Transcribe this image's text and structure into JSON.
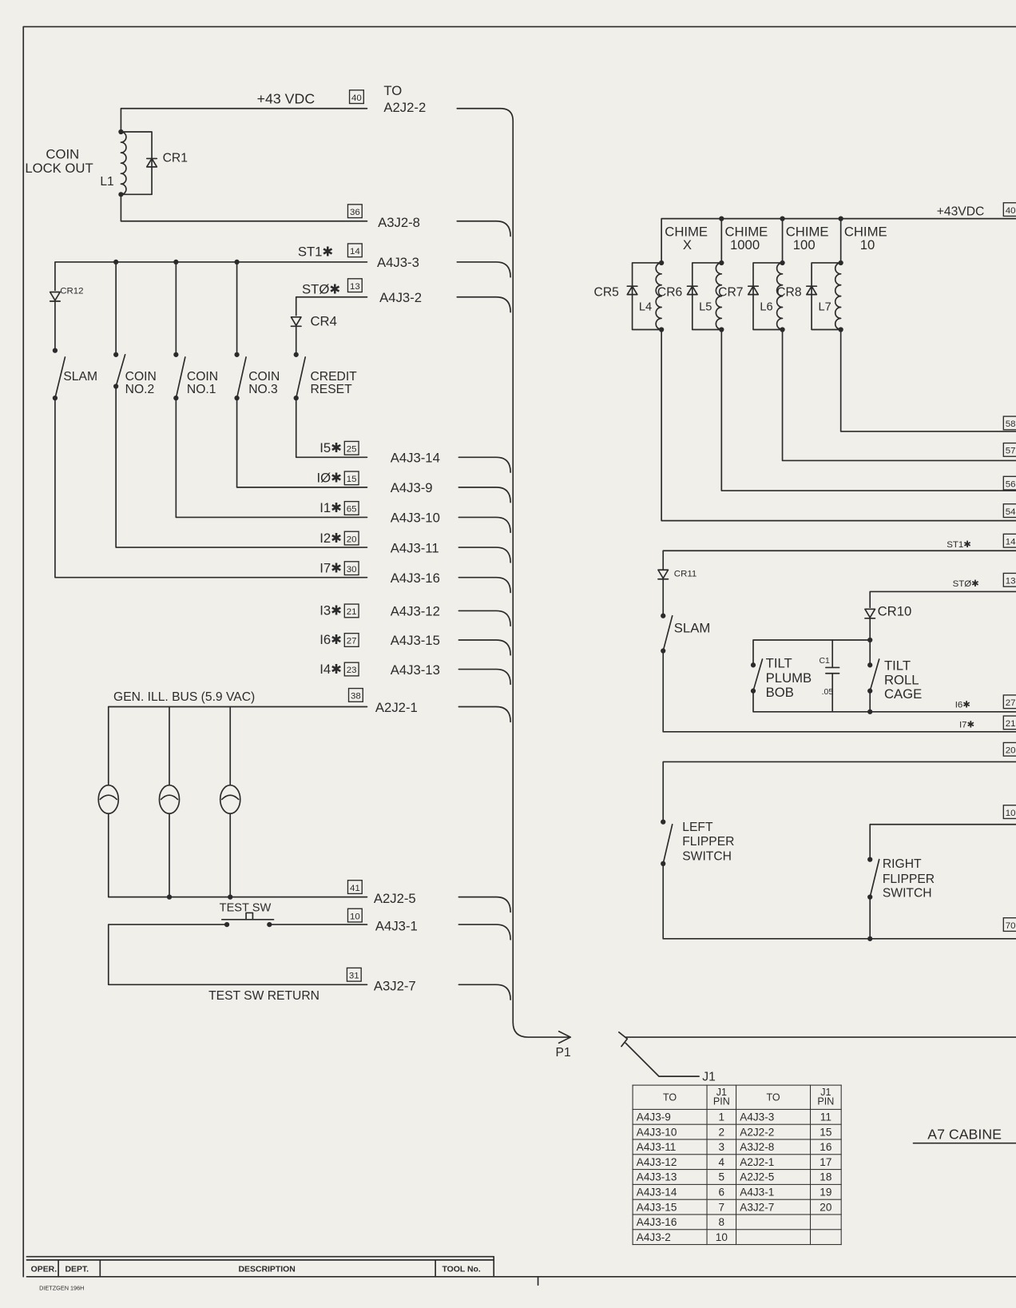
{
  "left": {
    "supply": {
      "voltage": "+43 VDC",
      "pin": "40",
      "to": "TO",
      "dest": "A2J2-2"
    },
    "coin_lockout": {
      "label_line1": "COIN",
      "label_line2": "LOCK OUT",
      "coil": "L1",
      "diode": "CR1",
      "pin": "36",
      "dest": "A3J2-8"
    },
    "st1": {
      "signal": "ST1✱",
      "pin": "14",
      "dest": "A4J3-3"
    },
    "st0": {
      "signal": "STØ✱",
      "pin": "13",
      "dest": "A4J3-2",
      "diode": "CR4"
    },
    "cr12": "CR12",
    "switches": [
      {
        "line1": "SLAM",
        "line2": ""
      },
      {
        "line1": "COIN",
        "line2": "NO.2"
      },
      {
        "line1": "COIN",
        "line2": "NO.1"
      },
      {
        "line1": "COIN",
        "line2": "NO.3"
      },
      {
        "line1": "CREDIT",
        "line2": "RESET"
      }
    ],
    "inputs": [
      {
        "signal": "I5✱",
        "pin": "25",
        "dest": "A4J3-14"
      },
      {
        "signal": "IØ✱",
        "pin": "15",
        "dest": "A4J3-9"
      },
      {
        "signal": "I1✱",
        "pin": "65",
        "dest": "A4J3-10"
      },
      {
        "signal": "I2✱",
        "pin": "20",
        "dest": "A4J3-11"
      },
      {
        "signal": "I7✱",
        "pin": "30",
        "dest": "A4J3-16"
      },
      {
        "signal": "I3✱",
        "pin": "21",
        "dest": "A4J3-12"
      },
      {
        "signal": "I6✱",
        "pin": "27",
        "dest": "A4J3-15"
      },
      {
        "signal": "I4✱",
        "pin": "23",
        "dest": "A4J3-13"
      }
    ],
    "lamp_bus": {
      "label": "GEN. ILL. BUS (5.9 VAC)",
      "pin": "38",
      "dest": "A2J2-1",
      "return_pin": "41",
      "return_dest": "A2J2-5"
    },
    "test_sw": {
      "label": "TEST SW",
      "pin": "10",
      "dest": "A4J3-1",
      "return_label": "TEST SW RETURN",
      "return_pin": "31",
      "return_dest": "A3J2-7"
    },
    "plug": "P1"
  },
  "right": {
    "supply": {
      "voltage": "+43VDC",
      "pin": "40"
    },
    "chimes": [
      {
        "line1": "CHIME",
        "line2": "X",
        "diode": "CR5",
        "coil": "L4",
        "pin": "54"
      },
      {
        "line1": "CHIME",
        "line2": "1000",
        "diode": "CR6",
        "coil": "L5",
        "pin": "56"
      },
      {
        "line1": "CHIME",
        "line2": "100",
        "diode": "CR7",
        "coil": "L6",
        "pin": "57"
      },
      {
        "line1": "CHIME",
        "line2": "10",
        "diode": "CR8",
        "coil": "L7",
        "pin": "58"
      }
    ],
    "st1": {
      "signal": "ST1✱",
      "pin": "14",
      "diode": "CR11",
      "switch": "SLAM"
    },
    "st0": {
      "signal": "STØ✱",
      "pin": "13",
      "diode": "CR10"
    },
    "plumb_bob": {
      "line1": "TILT",
      "line2": "PLUMB",
      "line3": "BOB",
      "cap": "C1",
      "cap_value": ".05"
    },
    "roll_cage": {
      "line1": "TILT",
      "line2": "ROLL",
      "line3": "CAGE"
    },
    "i6": {
      "signal": "I6✱",
      "pin": "27"
    },
    "i7": {
      "signal": "I7✱",
      "pin": "21"
    },
    "left_flipper": {
      "line1": "LEFT",
      "line2": "FLIPPER",
      "line3": "SWITCH",
      "pin": "20"
    },
    "right_flipper": {
      "line1": "RIGHT",
      "line2": "FLIPPER",
      "line3": "SWITCH",
      "pin": "10"
    },
    "flipper_return_pin": "70",
    "jack": "J1",
    "cabinet_label": "A7 CABINE"
  },
  "table": {
    "headers": [
      "TO",
      "J1 PIN",
      "TO",
      "J1 PIN"
    ],
    "rows": [
      [
        "A4J3-9",
        "1",
        "A4J3-3",
        "11"
      ],
      [
        "A4J3-10",
        "2",
        "A2J2-2",
        "15"
      ],
      [
        "A4J3-11",
        "3",
        "A3J2-8",
        "16"
      ],
      [
        "A4J3-12",
        "4",
        "A2J2-1",
        "17"
      ],
      [
        "A4J3-13",
        "5",
        "A2J2-5",
        "18"
      ],
      [
        "A4J3-14",
        "6",
        "A4J3-1",
        "19"
      ],
      [
        "A4J3-15",
        "7",
        "A3J2-7",
        "20"
      ],
      [
        "A4J3-16",
        "8",
        "",
        ""
      ],
      [
        "A4J3-2",
        "10",
        "",
        ""
      ]
    ]
  },
  "title_block": {
    "oper": "OPER.",
    "dept": "DEPT.",
    "description": "DESCRIPTION",
    "tool_no": "TOOL No.",
    "footer": "DIETZGEN 196H"
  }
}
